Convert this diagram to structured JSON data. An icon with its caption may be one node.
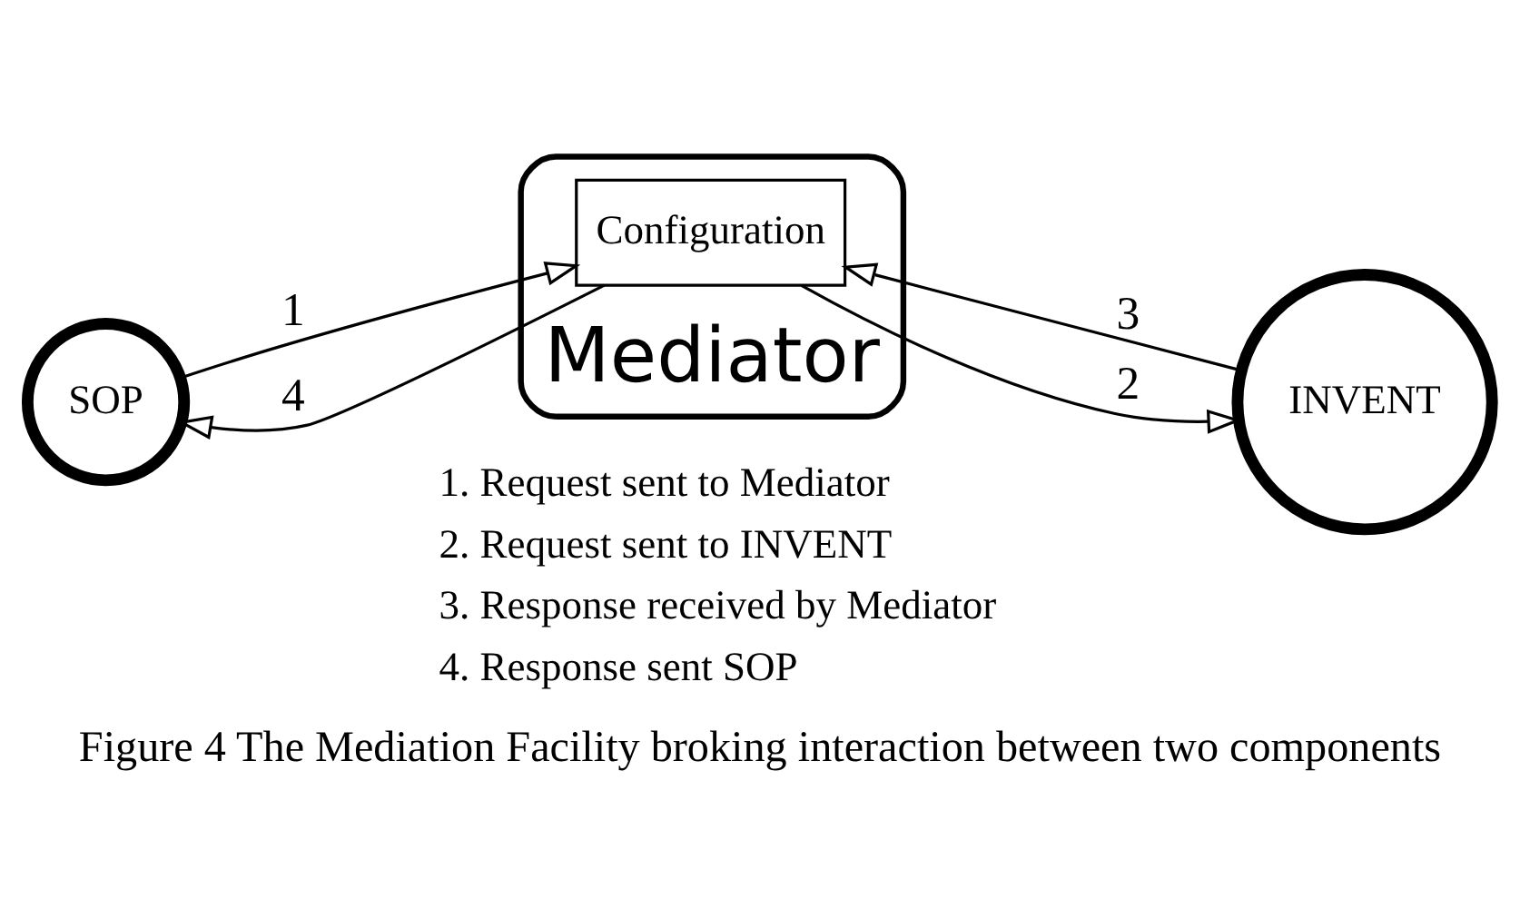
{
  "diagram": {
    "caption": "Figure 4 The Mediation Facility broking interaction between two components",
    "nodes": [
      {
        "text": [
          "SOP"
        ]
      },
      {
        "text": [
          "INVENT"
        ]
      },
      {
        "text": [
          "Mediator"
        ]
      },
      {
        "text": [
          "Configuration"
        ],
        "in": 2
      }
    ],
    "edges": [
      {
        "from": 0,
        "to": 3,
        "arrow": "to",
        "label": "1"
      },
      {
        "from": 3,
        "to": 1,
        "arrow": "to",
        "label": "2"
      },
      {
        "from": 1,
        "to": 3,
        "arrow": "to",
        "label": "3"
      },
      {
        "from": 3,
        "to": 0,
        "arrow": "to",
        "label": "4"
      }
    ],
    "labels": [
      "1. Request sent to Mediator",
      "2. Request sent to INVENT",
      "3. Response received by Mediator",
      "4. Response sent SOP"
    ]
  }
}
